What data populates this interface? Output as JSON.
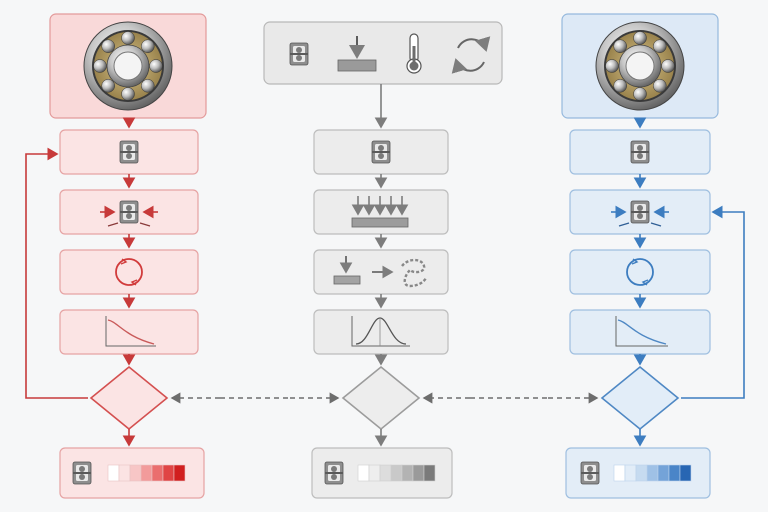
{
  "columns": [
    {
      "id": "left",
      "accent": "#c73a3a",
      "top_icon": "ball-bearing-icon",
      "steps": [
        "bearing-cross-section-icon",
        "compressed-bearing-icon",
        "circular-cycle-icon",
        "decay-curve-icon"
      ],
      "decision_icon": "diamond-decision",
      "output_icon": "bearing-with-red-gradient-scale-icon",
      "scale_colors": [
        "#ffffff",
        "#fbe3e3",
        "#f7c6c6",
        "#f29b9b",
        "#ea6e6e",
        "#e04444",
        "#d11f1f"
      ]
    },
    {
      "id": "center",
      "accent": "#7d7d7d",
      "top_icons": [
        "bearing-cross-section-icon",
        "downward-force-icon",
        "thermometer-icon",
        "cycle-arrows-icon"
      ],
      "steps": [
        "bearing-cross-section-icon",
        "distributed-load-icon",
        "load-to-wear-icon",
        "bell-curve-icon"
      ],
      "decision_icon": "diamond-decision",
      "output_icon": "bearing-with-gray-gradient-scale-icon",
      "scale_colors": [
        "#ffffff",
        "#eeeeee",
        "#dddddd",
        "#c9c9c9",
        "#b3b3b3",
        "#9a9a9a",
        "#7a7a7a"
      ]
    },
    {
      "id": "right",
      "accent": "#3d7dc0",
      "top_icon": "ball-bearing-icon",
      "steps": [
        "bearing-cross-section-icon",
        "compressed-bearing-icon",
        "circular-cycle-icon",
        "decay-curve-icon"
      ],
      "decision_icon": "diamond-decision",
      "output_icon": "bearing-with-blue-gradient-scale-icon",
      "scale_colors": [
        "#ffffff",
        "#e2edf8",
        "#c6dbf0",
        "#9fc1e6",
        "#74a3d8",
        "#4a85c8",
        "#2866b3"
      ]
    }
  ]
}
